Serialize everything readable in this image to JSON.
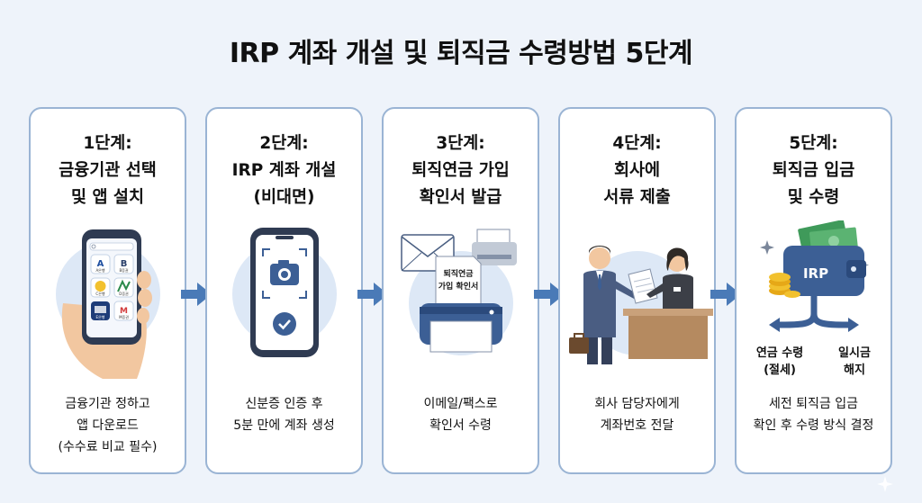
{
  "title": "IRP 계좌 개설 및 퇴직금 수령방법 5단계",
  "steps": [
    {
      "heading": [
        "1단계:",
        "금융기관 선택",
        "및 앱 설치"
      ],
      "desc": [
        "금융기관 정하고",
        "앱 다운로드",
        "(수수료 비교 필수)"
      ],
      "illustration": "hand-holding-phone-with-bank-app-icons",
      "app_icons": [
        "A은행",
        "B증권",
        "C은행",
        "D증권",
        "E은행",
        "M증권"
      ]
    },
    {
      "heading": [
        "2단계:",
        "IRP 계좌 개설",
        "(비대면)"
      ],
      "desc": [
        "신분증 인증 후",
        "5분 만에 계좌 생성"
      ],
      "illustration": "phone-with-camera-and-check"
    },
    {
      "heading": [
        "3단계:",
        "퇴직연금 가입",
        "확인서 발급"
      ],
      "desc": [
        "이메일/팩스로",
        "확인서 수령"
      ],
      "illustration": "envelope-fax-printer",
      "doc_label": [
        "퇴직연금",
        "가입 확인서"
      ]
    },
    {
      "heading": [
        "4단계:",
        "회사에",
        "서류 제출"
      ],
      "desc": [
        "회사 담당자에게",
        "계좌번호 전달"
      ],
      "illustration": "employee-handing-document-to-hr"
    },
    {
      "heading": [
        "5단계:",
        "퇴직금 입금",
        "및 수령"
      ],
      "desc": [
        "세전 퇴직금 입금",
        "확인 후 수령 방식 결정"
      ],
      "illustration": "wallet-money-coins-split",
      "wallet_label": "IRP",
      "options": [
        {
          "lines": [
            "연금 수령",
            "(절세)"
          ]
        },
        {
          "lines": [
            "일시금",
            "해지"
          ]
        }
      ]
    }
  ],
  "colors": {
    "background": "#eef3fa",
    "card_border": "#9ab4d4",
    "arrow": "#4a7ab7",
    "navy": "#3c5f95",
    "light_blue": "#dde8f6"
  }
}
